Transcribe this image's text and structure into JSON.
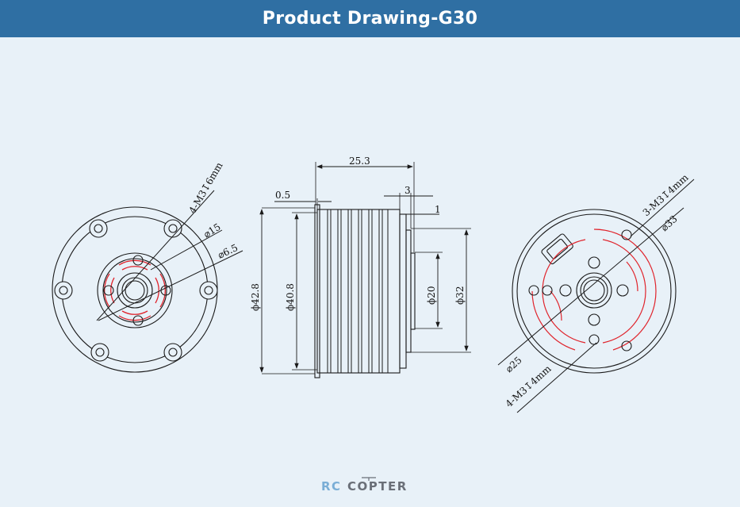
{
  "header": {
    "title": "Product Drawing-G30"
  },
  "colors": {
    "header_bg": "#2f6fa3",
    "background": "#e8f1f8",
    "line": "#1a1a1a",
    "red_arc": "#e0242c",
    "logo_rc": "#7aaed6",
    "logo_copter": "#6a6f78"
  },
  "drawing": {
    "left_view": {
      "bolt_callout": "4-M3↧6mm",
      "diameter_15": "⌀15",
      "diameter_6_5": "⌀6.5"
    },
    "side_view": {
      "length_total": "25.3",
      "flange": "0.5",
      "shaft_step": "3",
      "shaft_lip": "1",
      "dia_42_8": "ϕ42.8",
      "dia_40_8": "ϕ40.8",
      "dia_20": "ϕ20",
      "dia_32": "ϕ32"
    },
    "right_view": {
      "bolt_callout_top": "3-M3↧4mm",
      "diameter_33": "⌀33",
      "diameter_25": "⌀25",
      "bolt_callout_bottom": "4-M3↧4mm"
    }
  },
  "logo": {
    "part1": "RC",
    "part2": "COPTER"
  }
}
